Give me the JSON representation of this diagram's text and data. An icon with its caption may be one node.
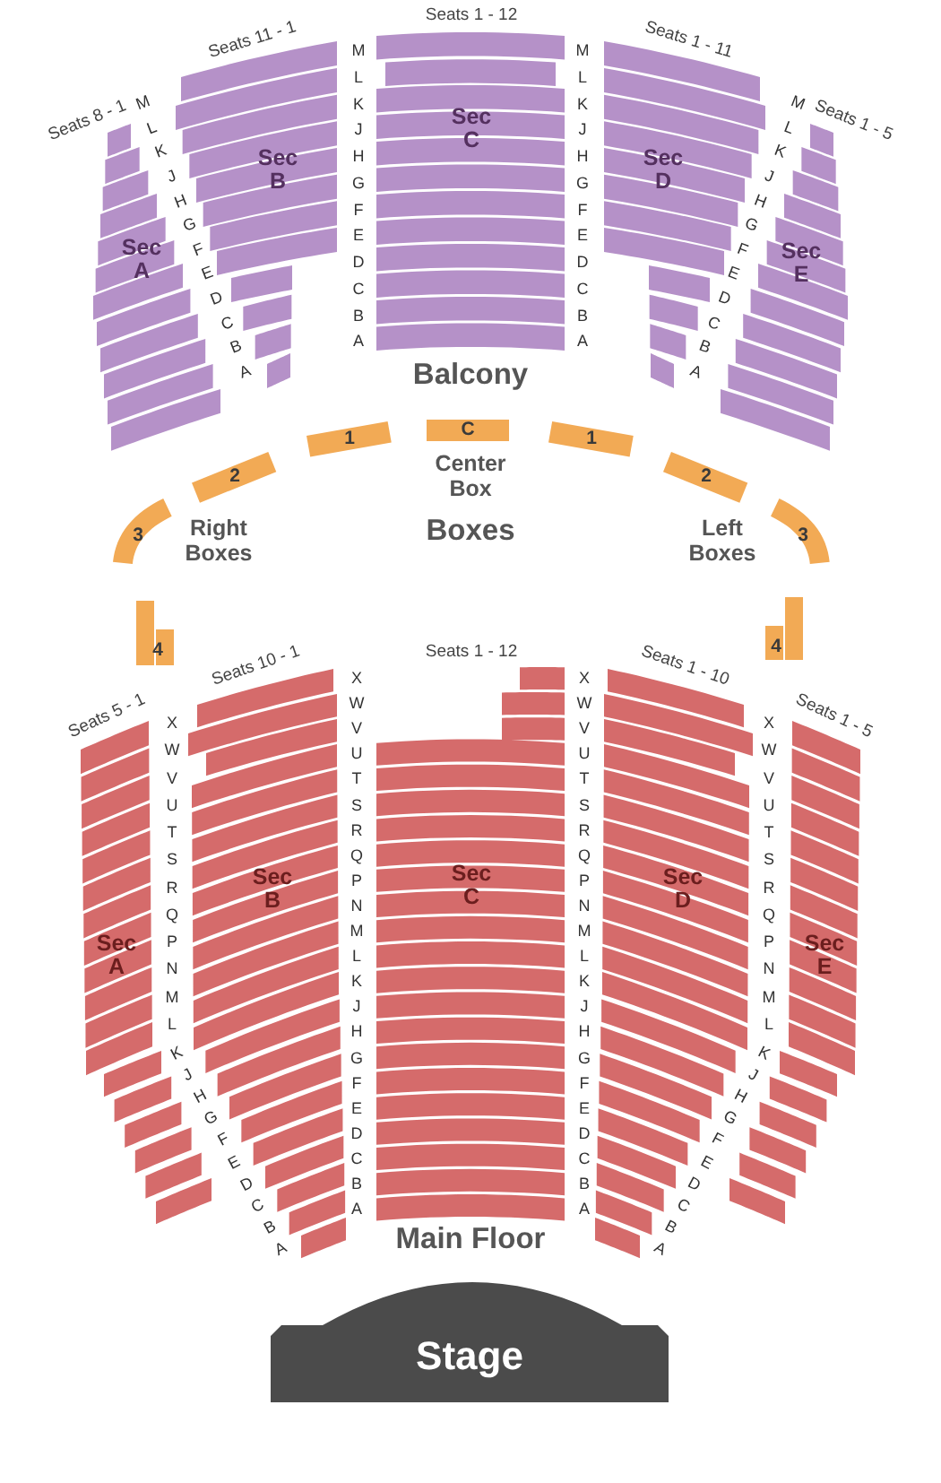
{
  "diagram": {
    "nodes": [
      {
        "text": [
          "Sec A"
        ],
        "beside": [
          "Seats 8 - 1"
        ]
      },
      {
        "text": [
          "Sec B"
        ],
        "beside": [
          "Seats 11 - 1"
        ]
      },
      {
        "text": [
          "Sec C"
        ],
        "beside": [
          "Seats 1 - 12"
        ]
      },
      {
        "text": [
          "Sec D"
        ],
        "beside": [
          "Seats 1 - 11"
        ]
      },
      {
        "text": [
          "Sec E"
        ],
        "beside": [
          "Seats 1 - 5"
        ]
      },
      {
        "text": [
          "1"
        ]
      },
      {
        "text": [
          "C"
        ]
      },
      {
        "text": [
          "1"
        ]
      },
      {
        "text": [
          "2"
        ]
      },
      {
        "text": [
          "2"
        ]
      },
      {
        "text": [
          "3"
        ]
      },
      {
        "text": [
          "3"
        ]
      },
      {
        "text": [
          "4"
        ]
      },
      {
        "text": [
          "4"
        ]
      },
      {
        "text": [
          "Sec A"
        ],
        "beside": [
          "Seats 5 - 1"
        ]
      },
      {
        "text": [
          "Sec B"
        ],
        "beside": [
          "Seats 10 - 1"
        ]
      },
      {
        "text": [
          "Sec C"
        ],
        "beside": [
          "Seats 1 - 12"
        ]
      },
      {
        "text": [
          "Sec D"
        ],
        "beside": [
          "Seats 1 - 10"
        ]
      },
      {
        "text": [
          "Sec E"
        ],
        "beside": [
          "Seats 1 - 5"
        ]
      },
      {
        "text": [
          "Stage"
        ]
      }
    ],
    "labels": [
      "M",
      "L",
      "K",
      "J",
      "H",
      "G",
      "F",
      "E",
      "D",
      "C",
      "B",
      "A",
      "M",
      "L",
      "K",
      "J",
      "H",
      "G",
      "F",
      "E",
      "D",
      "C",
      "B",
      "A",
      "M",
      "L",
      "K",
      "J",
      "H",
      "G",
      "F",
      "E",
      "D",
      "C",
      "B",
      "A",
      "M",
      "L",
      "K",
      "J",
      "H",
      "G",
      "F",
      "E",
      "D",
      "C",
      "B",
      "A",
      "Balcony",
      "Center Box",
      "Right Boxes",
      "Boxes",
      "Left Boxes",
      "X",
      "W",
      "V",
      "U",
      "T",
      "S",
      "R",
      "Q",
      "P",
      "N",
      "M",
      "L",
      "K",
      "J",
      "H",
      "G",
      "F",
      "E",
      "D",
      "C",
      "B",
      "A",
      "X",
      "W",
      "V",
      "U",
      "T",
      "S",
      "R",
      "Q",
      "P",
      "N",
      "M",
      "L",
      "K",
      "J",
      "H",
      "G",
      "F",
      "E",
      "D",
      "C",
      "B",
      "A",
      "X",
      "W",
      "V",
      "U",
      "T",
      "S",
      "R",
      "Q",
      "P",
      "N",
      "M",
      "L",
      "K",
      "J",
      "H",
      "G",
      "F",
      "E",
      "D",
      "C",
      "B",
      "A",
      "X",
      "W",
      "V",
      "U",
      "T",
      "S",
      "R",
      "Q",
      "P",
      "N",
      "M",
      "L",
      "K",
      "J",
      "H",
      "G",
      "F",
      "E",
      "D",
      "C",
      "B",
      "A",
      "Main Floor"
    ]
  }
}
